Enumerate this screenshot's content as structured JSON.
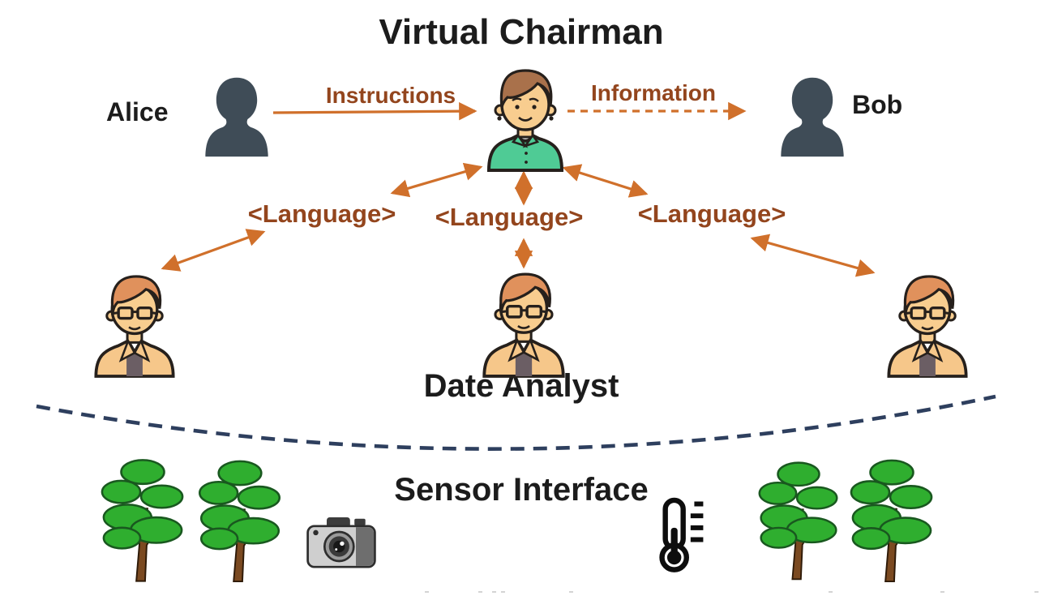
{
  "title": "Virtual Chairman",
  "top_row": {
    "alice_label": "Alice",
    "instructions_label": "Instructions",
    "information_label": "Information",
    "bob_label": "Bob"
  },
  "language_labels": {
    "left": "<Language>",
    "center": "<Language>",
    "right": "<Language>"
  },
  "analyst_label": "Date Analyst",
  "sensor_label": "Sensor Interface",
  "icons": {
    "alice": "person-silhouette-icon",
    "bob": "person-silhouette-icon",
    "chairman": "chairman-avatar-icon",
    "analysts": "analyst-avatar-icon",
    "sensors": [
      "tree-icon",
      "tree-icon",
      "camera-icon",
      "thermometer-icon",
      "tree-icon",
      "tree-icon"
    ]
  },
  "colors": {
    "arrow": "#d0702b",
    "label_brown": "#93451d",
    "text_black": "#1c1c1c",
    "divider_navy": "#2e3f5e",
    "silhouette": "#3f4c57",
    "skin": "#f8cd8f",
    "hair_brown": "#a9714b",
    "hair_orange": "#e0915c",
    "shirt_green": "#4fcb95",
    "jacket_tan": "#f6c78a",
    "undershirt_gray": "#6b5e64",
    "tree_green": "#2fae2f",
    "trunk_brown": "#7b4a21"
  }
}
